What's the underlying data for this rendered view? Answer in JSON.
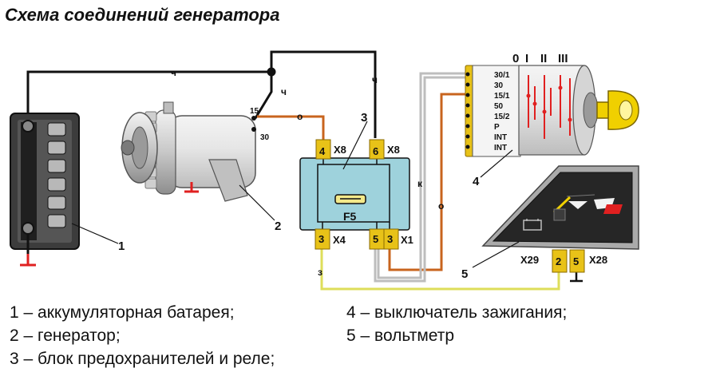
{
  "title": "Схема соединений генератора",
  "callouts": {
    "battery": "1",
    "generator": "2",
    "fuse_block": "3",
    "ignition_switch": "4",
    "voltmeter": "5"
  },
  "generator_terminals": {
    "t15": "15",
    "t30": "30"
  },
  "ignition_positions": {
    "p0": "0",
    "p1": "I",
    "p2": "II",
    "p3": "III"
  },
  "ignition_terminals": [
    "30/1",
    "30",
    "15/1",
    "50",
    "15/2",
    "P",
    "INT",
    "INT"
  ],
  "fuse_block": {
    "fuse": "F5",
    "connectors": {
      "top_left": "X8",
      "top_right": "X8",
      "bottom_left": "X4",
      "bottom_right": "X1"
    },
    "pins": {
      "top_left": "4",
      "top_right": "6",
      "bottom_left": "3",
      "bottom_mid": "5",
      "bottom_right": "3"
    }
  },
  "voltmeter": {
    "conn_left": "X29",
    "conn_right": "X28",
    "pin_left": "2",
    "pin_right": "5"
  },
  "wire_marks": {
    "w1": "ч",
    "w2": "ч",
    "w3": "ч",
    "w4": "о",
    "w5": "о",
    "w6": "к",
    "w7": "з"
  },
  "legend": [
    "1 – аккумуляторная батарея;",
    "2 – генератор;",
    "3 – блок предохранителей и реле;",
    "4 – выключатель зажигания;",
    "5 – вольтметр"
  ],
  "colors": {
    "wire_black": "#111111",
    "wire_orange": "#c8641e",
    "wire_yellow": "#dede5a",
    "wire_white": "#bdbdbd",
    "block_fill": "#9ed2dc",
    "connector": "#e8c218",
    "key": "#f0d000",
    "gauge_red": "#e02020"
  }
}
